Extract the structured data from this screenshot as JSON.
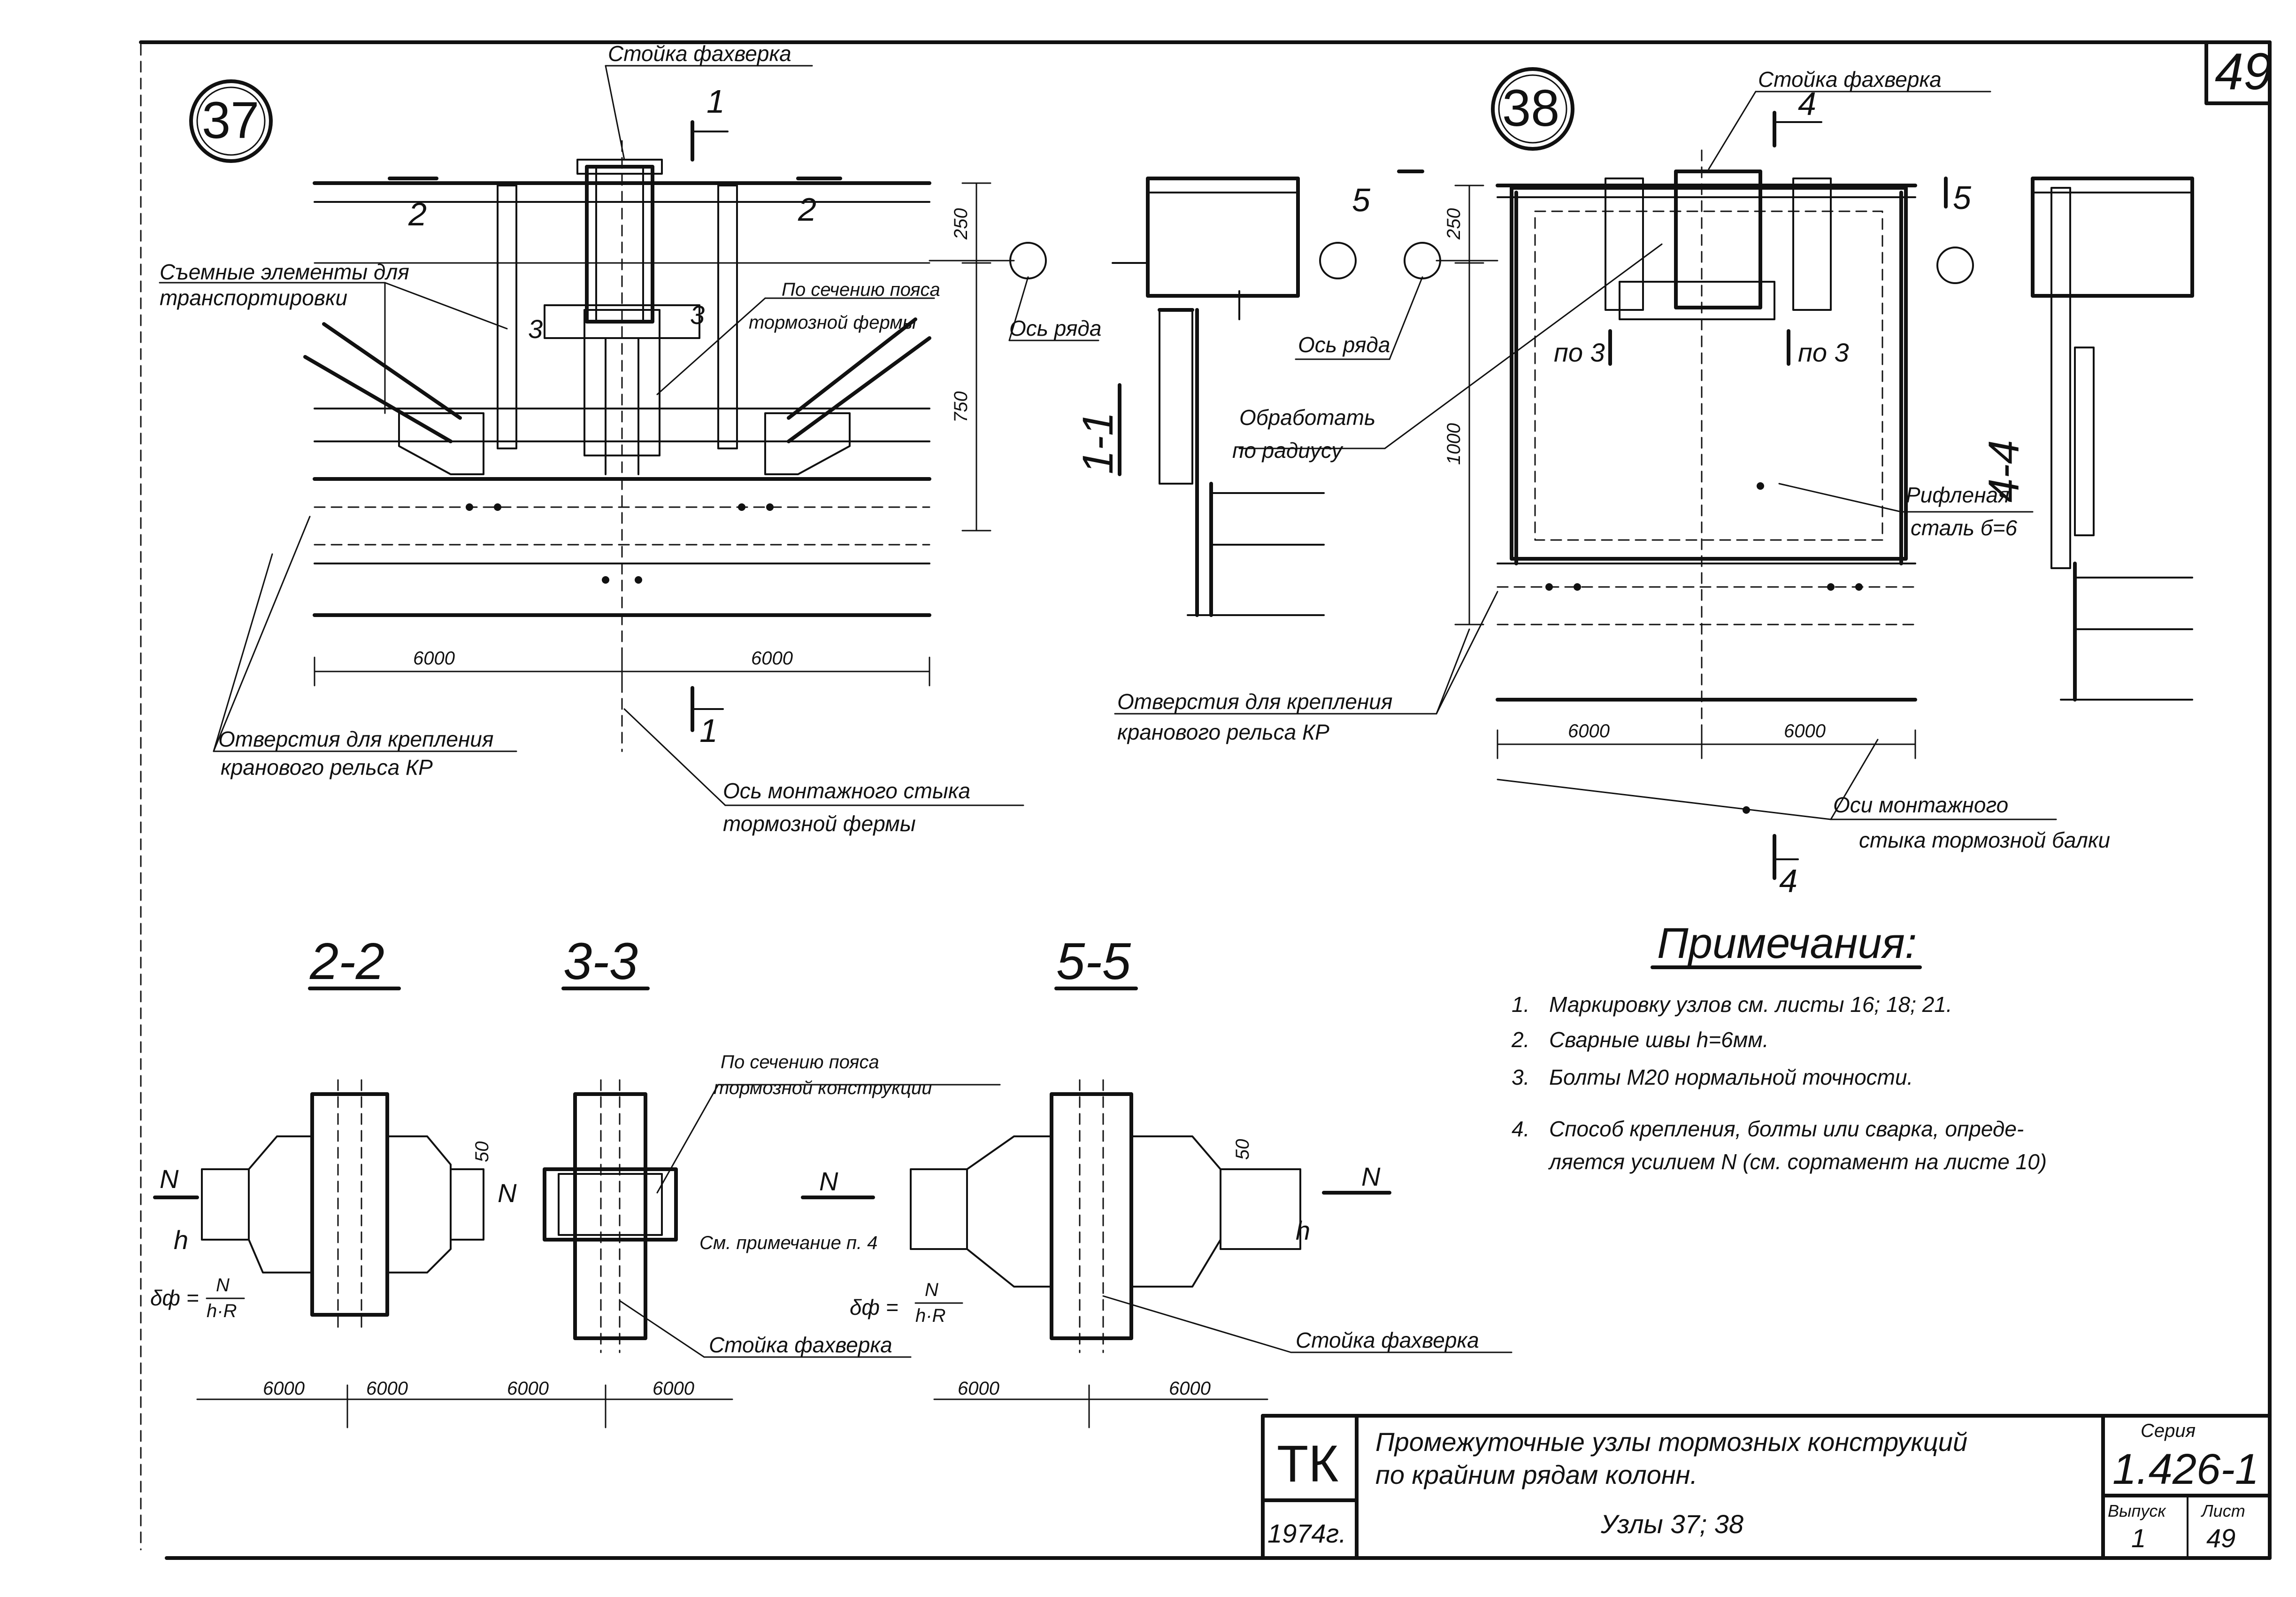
{
  "sheet_no": "49",
  "node37": {
    "number": "37",
    "title_label": "Стойка фахверка",
    "section_mark": "1",
    "cut_2": "2",
    "cut_3": "3",
    "dim_250": "250",
    "dim_750": "750",
    "removable_label_1": "Съемные элементы для",
    "removable_label_2": "транспортировки",
    "belt_label_1": "По сечению пояса",
    "belt_label_2": "тормозной фермы",
    "row_axis": "Ось ряда",
    "holes_label_1": "Отверстия для крепления",
    "holes_label_2": "кранового рельса КР",
    "joint_axis_1": "Ось монтажного стыка",
    "joint_axis_2": "тормозной фермы",
    "dim_left": "6000",
    "dim_right": "6000",
    "section_1_1": "1-1"
  },
  "node38": {
    "number": "38",
    "title_label": "Стойка фахверка",
    "section_mark_4": "4",
    "section_mark_5": "5",
    "dim_250": "250",
    "dim_1000": "1000",
    "row_axis": "Ось ряда",
    "radius_label_1": "Обработать",
    "radius_label_2": "по радиусу",
    "po3_left": "по 3",
    "po3_right": "по 3",
    "plate_label_1": "Рифленая",
    "plate_label_2": "сталь б=6",
    "holes_label_1": "Отверстия для крепления",
    "holes_label_2": "кранового рельса КР",
    "dim_left": "6000",
    "dim_right": "6000",
    "joint_axes_1": "Оси монтажного",
    "joint_axes_2": "стыка тормозной балки",
    "section_4_4": "4-4"
  },
  "sections": {
    "s22_title": "2-2",
    "s33_title": "3-3",
    "s55_title": "5-5",
    "force": "N",
    "height": "h",
    "dim_50": "50",
    "formula_lhs": "δф =",
    "formula_num": "N",
    "formula_den": "h·R",
    "note_ref": "См. примечание п. 4",
    "belt_label_1": "По сечению пояса",
    "belt_label_2": "тормозной конструкции",
    "post_label": "Стойка фахверка",
    "dims": [
      "6000",
      "6000",
      "6000",
      "6000",
      "6000",
      "6000"
    ]
  },
  "notes": {
    "title": "Примечания:",
    "items": [
      {
        "num": "1.",
        "text": "Маркировку узлов см. листы 16; 18; 21."
      },
      {
        "num": "2.",
        "text": "Сварные швы h=6мм."
      },
      {
        "num": "3.",
        "text": "Болты М20 нормальной точности."
      },
      {
        "num": "4.",
        "text": "Способ крепления, болты или сварка, опреде-"
      },
      {
        "num": "",
        "text": "ляется усилием N (см. сортамент на листе 10)"
      }
    ]
  },
  "title_block": {
    "org": "ТК",
    "year": "1974г.",
    "title_line1": "Промежуточные узлы тормозных конструкций",
    "title_line2": "по крайним рядам колонн.",
    "title_line3": "Узлы 37; 38",
    "series_label": "Серия",
    "series_value": "1.426-1",
    "issue_label": "Выпуск",
    "issue_value": "1",
    "sheet_label": "Лист",
    "sheet_value": "49"
  }
}
